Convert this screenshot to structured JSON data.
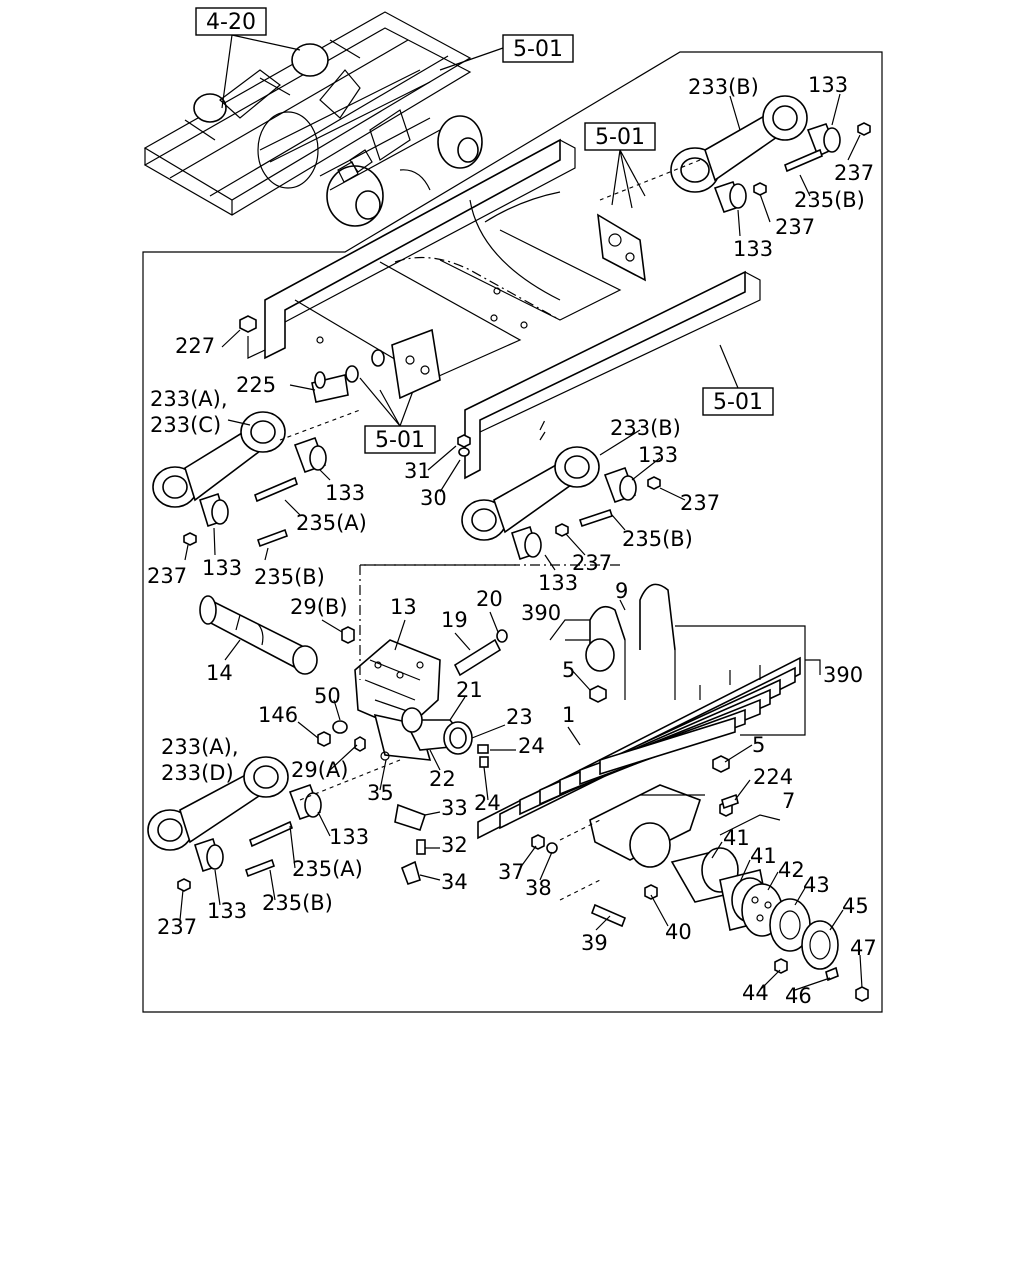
{
  "references": {
    "ref_4_20": "4-20",
    "ref_5_01_top": "5-01",
    "ref_5_01_bracket": "5-01",
    "ref_5_01_right": "5-01",
    "ref_5_01_mid": "5-01"
  },
  "labels": {
    "l_233B_top": "233(B)",
    "l_133_top": "133",
    "l_237_top": "237",
    "l_235B_top": "235(B)",
    "l_237_top2": "237",
    "l_133_top2": "133",
    "l_227": "227",
    "l_225": "225",
    "l_233A_1": "233(A),",
    "l_233C": "233(C)",
    "l_133_a": "133",
    "l_235A_a": "235(A)",
    "l_237_a": "237",
    "l_133_b": "133",
    "l_235B_a": "235(B)",
    "l_31": "31",
    "l_30": "30",
    "l_233B_mid": "233(B)",
    "l_133_mid": "133",
    "l_237_mid": "237",
    "l_235B_mid": "235(B)",
    "l_237_mid2": "237",
    "l_133_mid2": "133",
    "l_29B": "29(B)",
    "l_13": "13",
    "l_19": "19",
    "l_20": "20",
    "l_390_a": "390",
    "l_9": "9",
    "l_14": "14",
    "l_5_a": "5",
    "l_390_b": "390",
    "l_50": "50",
    "l_21": "21",
    "l_146": "146",
    "l_23": "23",
    "l_1": "1",
    "l_24_a": "24",
    "l_5_b": "5",
    "l_233A_2": "233(A),",
    "l_233D": "233(D)",
    "l_29A": "29(A)",
    "l_22": "22",
    "l_224": "224",
    "l_35": "35",
    "l_24_b": "24",
    "l_7": "7",
    "l_33": "33",
    "l_133_c": "133",
    "l_41_a": "41",
    "l_41_b": "41",
    "l_32": "32",
    "l_37": "37",
    "l_42": "42",
    "l_235A_b": "235(A)",
    "l_43": "43",
    "l_38": "38",
    "l_34": "34",
    "l_45": "45",
    "l_235B_b": "235(B)",
    "l_237_b": "237",
    "l_133_d": "133",
    "l_39": "39",
    "l_40": "40",
    "l_47": "47",
    "l_44": "44",
    "l_46": "46"
  }
}
